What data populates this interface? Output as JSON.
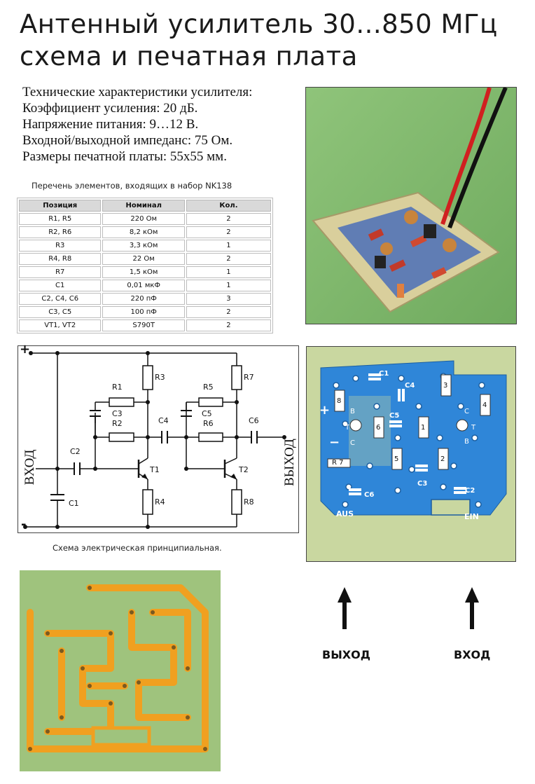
{
  "title": {
    "line1": "Антенный усилитель 30...850 МГц",
    "line2": "схема и печатная плата"
  },
  "specs": {
    "heading": "Технические характеристики усилителя:",
    "gain": "Коэффициент усиления: 20 дБ.",
    "voltage": "Напряжение питания: 9…12 В.",
    "impedance": "Входной/выходной импеданс: 75 Ом.",
    "size": "Размеры печатной платы: 55х55 мм."
  },
  "parts_caption": "Перечень элементов, входящих в набор NK138",
  "parts_table": {
    "headers": [
      "Позиция",
      "Номинал",
      "Кол."
    ],
    "rows": [
      [
        "R1, R5",
        "220 Ом",
        "2"
      ],
      [
        "R2, R6",
        "8,2 кОм",
        "2"
      ],
      [
        "R3",
        "3,3 кОм",
        "1"
      ],
      [
        "R4, R8",
        "22 Ом",
        "2"
      ],
      [
        "R7",
        "1,5 кОм",
        "1"
      ],
      [
        "C1",
        "0,01 мкФ",
        "1"
      ],
      [
        "C2, C4, C6",
        "220 пФ",
        "3"
      ],
      [
        "C3, C5",
        "100 пФ",
        "2"
      ],
      [
        "VT1, VT2",
        "S790T",
        "2"
      ]
    ]
  },
  "schematic": {
    "plus": "+",
    "minus": "-",
    "input": "ВХОД",
    "output": "ВЫХОД",
    "labels": {
      "r1": "R1",
      "r2": "R2",
      "r3": "R3",
      "r4": "R4",
      "r5": "R5",
      "r6": "R6",
      "r7": "R7",
      "r8": "R8",
      "c1": "C1",
      "c2": "C2",
      "c3": "C3",
      "c4": "C4",
      "c5": "C5",
      "c6": "C6",
      "t1": "T1",
      "t2": "T2"
    },
    "caption": "Схема электрическая принципиальная."
  },
  "pcb_top": {
    "c1": "C1",
    "c2": "C2",
    "c3": "C3",
    "c4": "C4",
    "c5": "C5",
    "c6": "C6",
    "r1": "1",
    "r2": "2",
    "r3": "3",
    "r4": "4",
    "r5": "5",
    "r6": "6",
    "r7": "R 7",
    "r8": "8",
    "r_prefix": "R",
    "b": "B",
    "t": "T",
    "c": "C",
    "plus": "+",
    "minus": "−",
    "aus": "AUS",
    "ein": "EIN"
  },
  "arrows": {
    "output": "ВЫХОД",
    "input": "ВХОД"
  },
  "colors": {
    "pcb_green": "#c9d7a0",
    "pcb_blue": "#2f86d8",
    "copper": "#f0a020"
  }
}
